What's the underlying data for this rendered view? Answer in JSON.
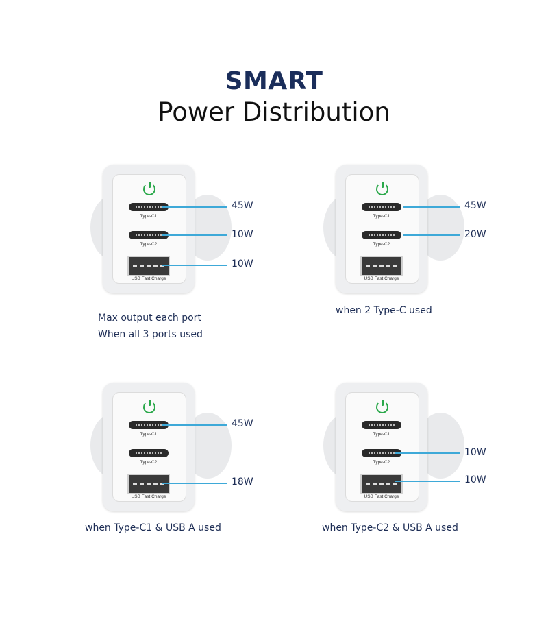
{
  "heading": {
    "line1": "SMART",
    "line2": "Power Distribution"
  },
  "ports": {
    "c1": "Type-C1",
    "c2": "Type-C2",
    "usba": "USB Fast Charge"
  },
  "panels": [
    {
      "watts": {
        "c1": "45W",
        "c2": "10W",
        "usba": "10W"
      },
      "caption_lines": [
        "Max output each port",
        "When all 3 ports used"
      ]
    },
    {
      "watts": {
        "c1": "45W",
        "c2": "20W"
      },
      "caption_lines": [
        "when 2 Type-C used"
      ]
    },
    {
      "watts": {
        "c1": "45W",
        "usba": "18W"
      },
      "caption_lines": [
        "when Type-C1 & USB A used"
      ]
    },
    {
      "watts": {
        "c2": "10W",
        "usba": "10W"
      },
      "caption_lines": [
        "when Type-C2 & USB A used"
      ]
    }
  ],
  "colors": {
    "title": "#1a2d5a",
    "leader_line": "#3ea9d8",
    "power_led": "#2aa84a",
    "text": "#1d2d55"
  },
  "icons": [
    "power-icon"
  ]
}
